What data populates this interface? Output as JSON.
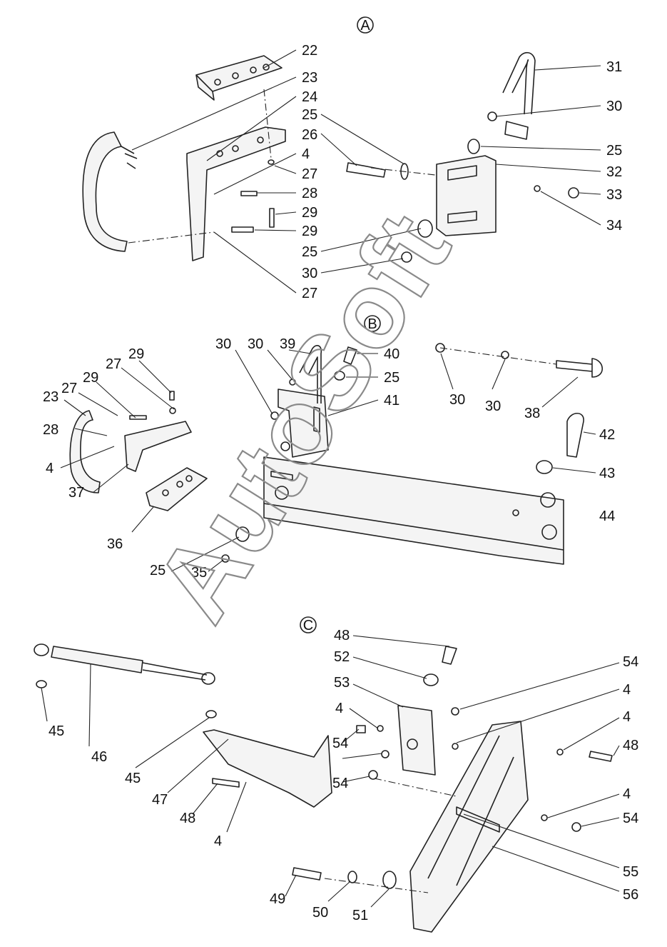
{
  "sections": [
    {
      "id": "A",
      "label": "A"
    },
    {
      "id": "B",
      "label": "B"
    },
    {
      "id": "C",
      "label": "C"
    }
  ],
  "watermark": "AutoSoft",
  "callouts": {
    "A": [
      "22",
      "23",
      "24",
      "25",
      "26",
      "4",
      "27",
      "28",
      "29",
      "29",
      "25",
      "30",
      "27",
      "31",
      "30",
      "25",
      "32",
      "33",
      "34"
    ],
    "B": [
      "29",
      "27",
      "29",
      "23",
      "27",
      "28",
      "4",
      "37",
      "36",
      "25",
      "35",
      "30",
      "30",
      "39",
      "40",
      "25",
      "41",
      "30",
      "30",
      "38",
      "42",
      "43",
      "44"
    ],
    "C": [
      "48",
      "52",
      "53",
      "54",
      "4",
      "54",
      "4",
      "54",
      "4",
      "48",
      "4",
      "54",
      "55",
      "56",
      "45",
      "46",
      "45",
      "47",
      "48",
      "4",
      "49",
      "50",
      "51"
    ]
  }
}
